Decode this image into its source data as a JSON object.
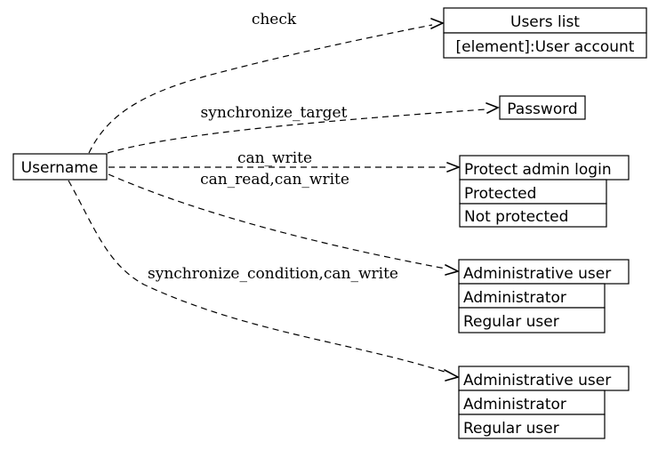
{
  "diagram": {
    "type": "dependency-graph",
    "colors": {
      "background": "#ffffff",
      "stroke": "#000000",
      "text": "#000000"
    },
    "source_node": {
      "label": "Username"
    },
    "nodes": [
      {
        "id": "users-list",
        "title": "Users list",
        "rows": [
          "[element]:User account"
        ]
      },
      {
        "id": "password",
        "title": "Password",
        "rows": []
      },
      {
        "id": "protect-admin-login",
        "title": "Protect admin login",
        "rows": [
          "Protected",
          "Not protected"
        ]
      },
      {
        "id": "administrative-user-1",
        "title": "Administrative user",
        "rows": [
          "Administrator",
          "Regular user"
        ]
      },
      {
        "id": "administrative-user-2",
        "title": "Administrative user",
        "rows": [
          "Administrator",
          "Regular user"
        ]
      }
    ],
    "edges": [
      {
        "label": "check",
        "from": "Username",
        "to": "Users list",
        "style": "dashed"
      },
      {
        "label": "synchronize_target",
        "from": "Username",
        "to": "Password",
        "style": "dashed"
      },
      {
        "label": "can_write",
        "from": "Username",
        "to": "Protect admin login",
        "style": "dashed"
      },
      {
        "label": "can_read,can_write",
        "from": "Username",
        "to": "Protect admin login",
        "style": "dashed"
      },
      {
        "label": "synchronize_condition,can_write",
        "from": "Username",
        "to": "Administrative user",
        "style": "dashed"
      },
      {
        "label": "",
        "from": "Username",
        "to": "Administrative user",
        "style": "dashed"
      }
    ]
  }
}
